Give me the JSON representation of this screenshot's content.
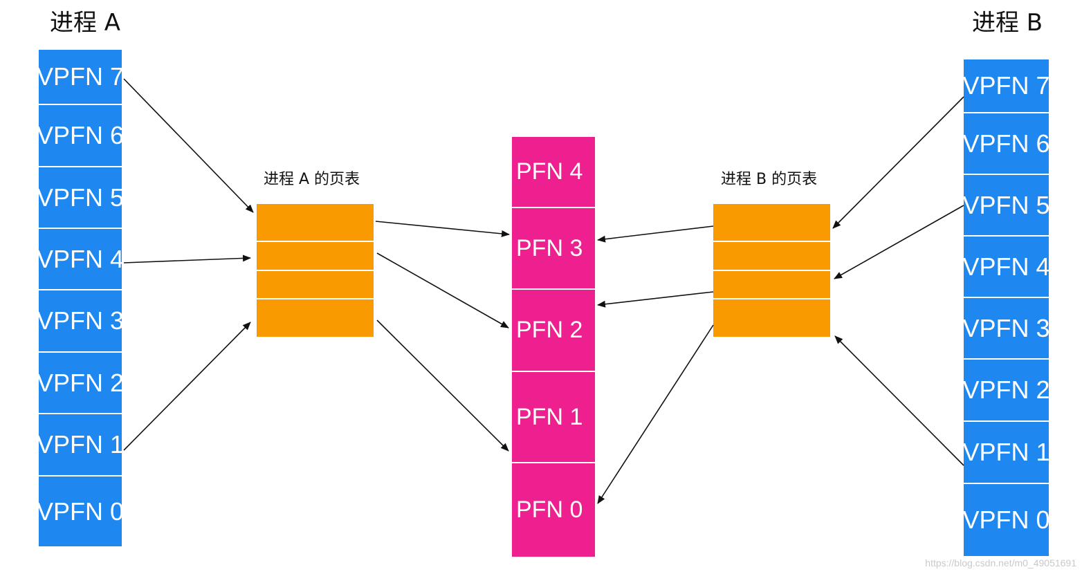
{
  "process_a": {
    "title": "进程 A",
    "pages": [
      "VPFN 7",
      "VPFN 6",
      "VPFN 5",
      "VPFN 4",
      "VPFN 3",
      "VPFN 2",
      "VPFN 1",
      "VPFN 0"
    ]
  },
  "process_b": {
    "title": "进程 B",
    "pages": [
      "VPFN 7",
      "VPFN 6",
      "VPFN 5",
      "VPFN 4",
      "VPFN 3",
      "VPFN 2",
      "VPFN 1",
      "VPFN 0"
    ]
  },
  "page_table_a": {
    "label": "进程 A 的页表",
    "entries": 4
  },
  "page_table_b": {
    "label": "进程 B 的页表",
    "entries": 4
  },
  "physical": {
    "frames": [
      "PFN 4",
      "PFN 3",
      "PFN 2",
      "PFN 1",
      "PFN 0"
    ]
  },
  "mappings": {
    "a_virtual_to_table": [
      {
        "vpfn": "VPFN 7",
        "entry": 0
      },
      {
        "vpfn": "VPFN 4",
        "entry": 1
      },
      {
        "vpfn": "VPFN 1",
        "entry": 3
      }
    ],
    "a_table_to_physical": [
      {
        "entry": 0,
        "pfn": "PFN 3"
      },
      {
        "entry": 1,
        "pfn": "PFN 2"
      },
      {
        "entry": 3,
        "pfn": "PFN 1"
      }
    ],
    "b_virtual_to_table": [
      {
        "vpfn": "VPFN 7",
        "entry": 0
      },
      {
        "vpfn": "VPFN 5",
        "entry": 2
      },
      {
        "vpfn": "VPFN 1",
        "entry": 3
      }
    ],
    "b_table_to_physical": [
      {
        "entry": 0,
        "pfn": "PFN 3"
      },
      {
        "entry": 2,
        "pfn": "PFN 2"
      },
      {
        "entry": 3,
        "pfn": "PFN 0"
      }
    ]
  },
  "colors": {
    "virtual": "#1e88f0",
    "physical": "#ee1f8f",
    "page_table": "#f89a00"
  },
  "watermark": "https://blog.csdn.net/m0_49051691"
}
